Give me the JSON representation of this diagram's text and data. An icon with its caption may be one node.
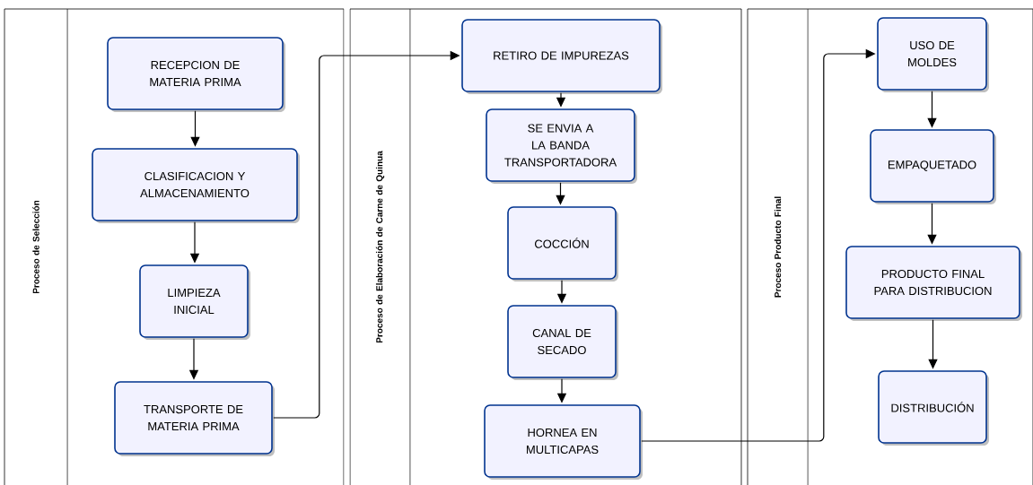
{
  "diagram": {
    "nodes": [
      {
        "text": [
          "Proceso de Selección"
        ]
      },
      {
        "text": [
          "Proceso de Elaboración de Carne de Quinua"
        ]
      },
      {
        "text": [
          "Proceso Producto Final"
        ]
      },
      {
        "text": [
          "RECEPCION DE MATERIA PRIMA"
        ],
        "in": 0
      },
      {
        "text": [
          "CLASIFICACION Y ALMACENAMIENTO"
        ],
        "in": 0
      },
      {
        "text": [
          "LIMPIEZA INICIAL"
        ],
        "in": 0
      },
      {
        "text": [
          "TRANSPORTE DE MATERIA PRIMA"
        ],
        "in": 0
      },
      {
        "text": [
          "RETIRO DE IMPUREZAS"
        ],
        "in": 1
      },
      {
        "text": [
          "SE ENVIA A LA BANDA TRANSPORTADORA"
        ],
        "in": 1
      },
      {
        "text": [
          "COCCIÓN"
        ],
        "in": 1
      },
      {
        "text": [
          "CANAL DE SECADO"
        ],
        "in": 1
      },
      {
        "text": [
          "HORNEA EN MULTICAPAS"
        ],
        "in": 1
      },
      {
        "text": [
          "USO DE MOLDES"
        ],
        "in": 2
      },
      {
        "text": [
          "EMPAQUETADO"
        ],
        "in": 2
      },
      {
        "text": [
          "PRODUCTO FINAL PARA DISTRIBUCION"
        ],
        "in": 2
      },
      {
        "text": [
          "DISTRIBUCIÓN"
        ],
        "in": 2
      }
    ],
    "edges": [
      {
        "from": 3,
        "to": 4,
        "arrow": "to"
      },
      {
        "from": 4,
        "to": 5,
        "arrow": "to"
      },
      {
        "from": 5,
        "to": 6,
        "arrow": "to"
      },
      {
        "from": 6,
        "to": 7,
        "arrow": "to"
      },
      {
        "from": 7,
        "to": 8,
        "arrow": "to"
      },
      {
        "from": 8,
        "to": 9,
        "arrow": "to"
      },
      {
        "from": 9,
        "to": 10,
        "arrow": "to"
      },
      {
        "from": 10,
        "to": 11,
        "arrow": "to"
      },
      {
        "from": 11,
        "to": 12,
        "arrow": "to"
      },
      {
        "from": 12,
        "to": 13,
        "arrow": "to"
      },
      {
        "from": 13,
        "to": 14,
        "arrow": "to"
      },
      {
        "from": 14,
        "to": 15,
        "arrow": "to"
      }
    ]
  }
}
